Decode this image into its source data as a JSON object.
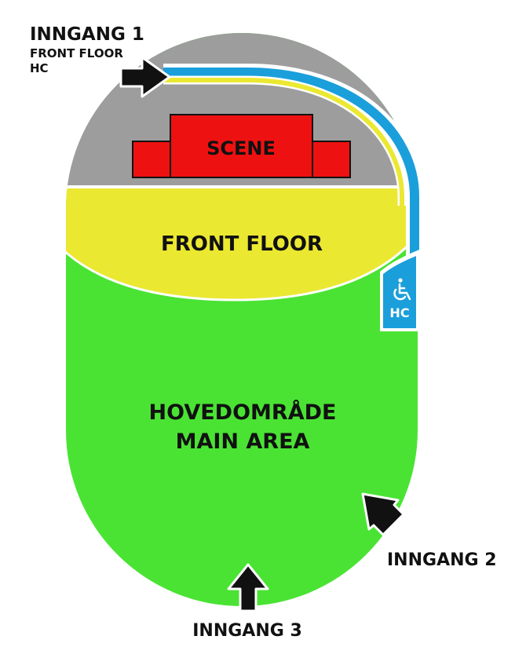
{
  "entrances": {
    "entrance_1": {
      "title": "INNGANG 1",
      "line2": "FRONT FLOOR",
      "line3": "HC"
    },
    "entrance_2": {
      "title": "INNGANG 2"
    },
    "entrance_3": {
      "title": "INNGANG 3"
    }
  },
  "zones": {
    "stage": {
      "label": "SCENE",
      "color": "#ee1111"
    },
    "front_floor": {
      "label": "FRONT FLOOR",
      "color": "#ebe832"
    },
    "main_area": {
      "label_no": "HOVEDOMRÅDE",
      "label_en": "MAIN AREA",
      "color": "#4ae334"
    },
    "stage_area": {
      "color": "#9d9d9d"
    },
    "hc_area": {
      "label": "HC",
      "icon": "wheelchair-icon",
      "color": "#1a9fdb"
    }
  },
  "colors": {
    "route_blue": "#1a9fdb",
    "route_yellow": "#ebe832",
    "arrow": "#111111"
  }
}
